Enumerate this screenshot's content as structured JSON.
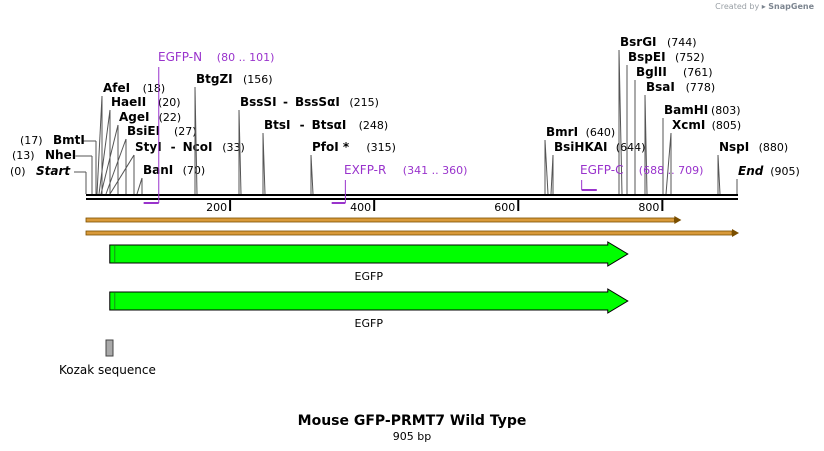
{
  "credit": {
    "prefix": "Created by",
    "brand": "SnapGene"
  },
  "title": "Mouse GFP-PRMT7 Wild Type",
  "subtitle": "905 bp",
  "length": 905,
  "ticks": [
    {
      "pos": 200,
      "label": "200"
    },
    {
      "pos": 400,
      "label": "400"
    },
    {
      "pos": 600,
      "label": "600"
    },
    {
      "pos": 800,
      "label": "800"
    }
  ],
  "sites": [
    {
      "name": "Start",
      "pos": "(0)",
      "italic": true
    },
    {
      "name": "NheI",
      "pos": "(13)"
    },
    {
      "name": "BmtI",
      "pos": "(17)"
    },
    {
      "name": "AfeI",
      "pos": "(18)"
    },
    {
      "name": "HaeII",
      "pos": "(20)"
    },
    {
      "name": "AgeI",
      "pos": "(22)"
    },
    {
      "name": "BsiEI",
      "pos": "(27)"
    },
    {
      "name": "StyI",
      "name2": "NcoI",
      "pos": "(33)"
    },
    {
      "name": "BanI",
      "pos": "(70)"
    },
    {
      "name": "BtgZI",
      "pos": "(156)"
    },
    {
      "name": "BssSI",
      "name2": "BssSαI",
      "pos": "(215)"
    },
    {
      "name": "BtsI",
      "name2": "BtsαI",
      "pos": "(248)"
    },
    {
      "name": "PfoI *",
      "pos": "(315)"
    },
    {
      "name": "BmrI",
      "pos": "(640)"
    },
    {
      "name": "BsiHKAI",
      "pos": "(644)"
    },
    {
      "name": "BsrGI",
      "pos": "(744)"
    },
    {
      "name": "BspEI",
      "pos": "(752)"
    },
    {
      "name": "BglII",
      "pos": "(761)"
    },
    {
      "name": "BsaI",
      "pos": "(778)"
    },
    {
      "name": "BamHI",
      "pos": "(803)"
    },
    {
      "name": "XcmI",
      "pos": "(805)"
    },
    {
      "name": "NspI",
      "pos": "(880)"
    },
    {
      "name": "End",
      "pos": "(905)",
      "italic": true
    }
  ],
  "primers": [
    {
      "name": "EGFP-N",
      "range": "(80 .. 101)",
      "start": 80,
      "end": 101
    },
    {
      "name": "EXFP-R",
      "range": "(341 .. 360)",
      "start": 341,
      "end": 360
    },
    {
      "name": "EGFP-C",
      "range": "(688 .. 709)",
      "start": 688,
      "end": 709
    }
  ],
  "orfs": [
    {
      "end": 825
    },
    {
      "end": 905
    }
  ],
  "features": [
    {
      "name": "EGFP",
      "start": 33,
      "end": 752
    },
    {
      "name": "EGFP",
      "start": 33,
      "end": 752
    },
    {
      "name": "Kozak sequence",
      "start": 27,
      "end": 37
    }
  ],
  "colors": {
    "backbone": "#000000",
    "primer": "#9933cc",
    "feature": "#00ff00",
    "orf_fill": "#d99a3a",
    "orf_outline": "#7a4e00",
    "kozak": "#a9a9a9"
  }
}
